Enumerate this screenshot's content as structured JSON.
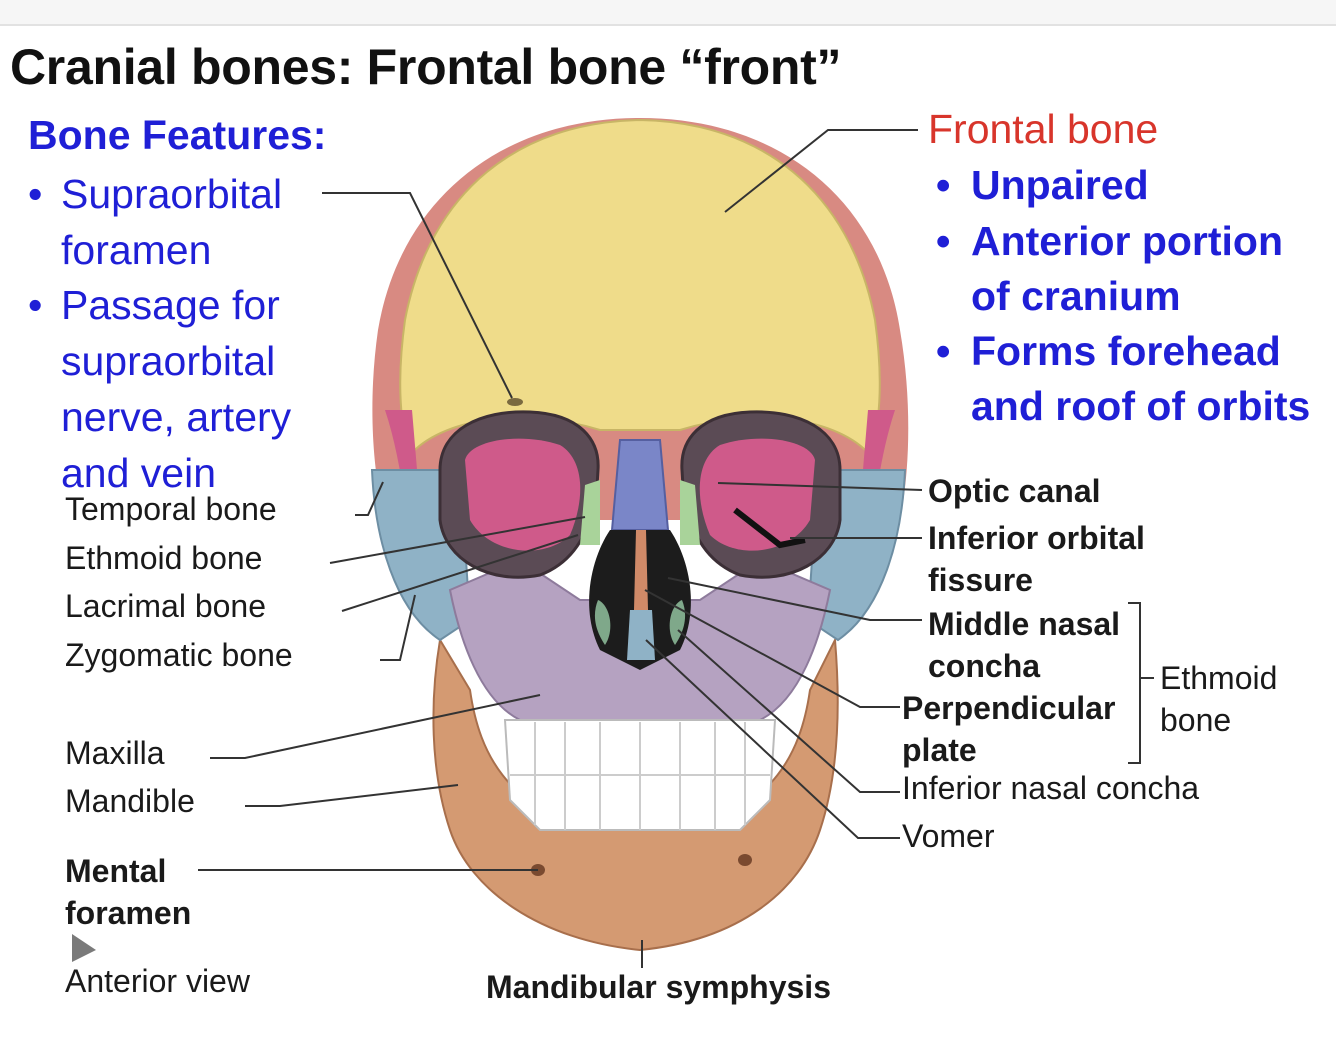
{
  "title": "Cranial bones: Frontal bone “front”",
  "bone_features": {
    "heading": "Bone Features:",
    "bullets": [
      {
        "marker": "•",
        "text": "Supraorbital\nforamen"
      },
      {
        "marker": "•",
        "text": "Passage for\nsupraorbital\nnerve, artery\nand vein"
      }
    ]
  },
  "frontal_bone": {
    "heading": "Frontal bone",
    "bullets": [
      {
        "marker": "•",
        "text": "Unpaired"
      },
      {
        "marker": "•",
        "text": "Anterior portion\nof cranium"
      },
      {
        "marker": "•",
        "text": "Forms forehead\nand roof of orbits"
      }
    ]
  },
  "left_labels": {
    "temporal": "Temporal bone",
    "ethmoid": "Ethmoid bone",
    "lacrimal": "Lacrimal bone",
    "zygomatic": "Zygomatic bone",
    "maxilla": "Maxilla",
    "mandible": "Mandible",
    "mental_foramen": "Mental\nforamen",
    "anterior_view": "Anterior view"
  },
  "right_labels": {
    "optic_canal": "Optic canal",
    "inferior_orbital_fissure": "Inferior orbital\nfissure",
    "middle_nasal_concha": "Middle nasal\nconcha",
    "perpendicular_plate": "Perpendicular\nplate",
    "ethmoid_bone_group": "Ethmoid\nbone",
    "inferior_nasal_concha": "Inferior nasal concha",
    "vomer": "Vomer"
  },
  "bottom_label": "Mandibular symphysis",
  "colors": {
    "title": "#111111",
    "blue_text": "#1f1fd6",
    "red_text": "#d8352b",
    "frontal": "#efdc8a",
    "parietal": "#d88a82",
    "temporal": "#8fb2c6",
    "sphenoid": "#cf5a8a",
    "maxilla": "#b5a2c1",
    "mandible": "#d49a72",
    "nasal": "#7a86c8",
    "lacrimal": "#a9d39a",
    "teeth": "#ffffff"
  }
}
